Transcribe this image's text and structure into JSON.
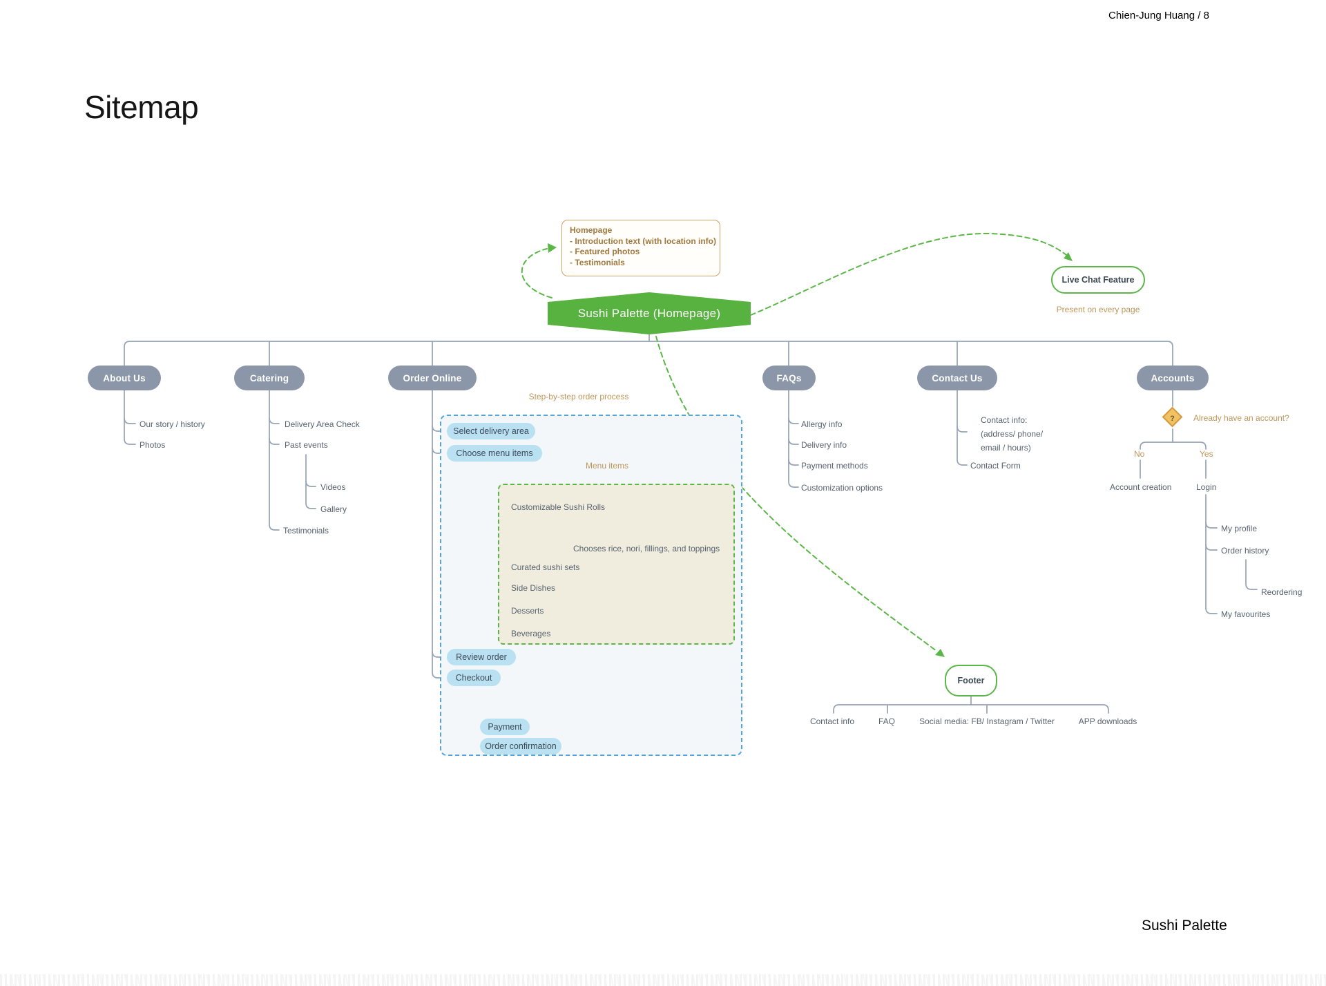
{
  "page": {
    "credit": "Chien-Jung Huang / 8",
    "title": "Sitemap",
    "brand": "Sushi Palette"
  },
  "homepage_note": {
    "title": "Homepage",
    "lines": [
      "- Introduction text (with location info)",
      "- Featured photos",
      "- Testimonials"
    ]
  },
  "root": {
    "label": "Sushi Palette (Homepage)"
  },
  "live_chat": {
    "label": "Live Chat Feature",
    "note": "Present on every page"
  },
  "about": {
    "label": "About Us",
    "children": [
      "Our story / history",
      "Photos"
    ]
  },
  "catering": {
    "label": "Catering",
    "children": [
      "Delivery Area Check",
      "Past events",
      "Videos",
      "Gallery",
      "Testimonials"
    ]
  },
  "order": {
    "label": "Order Online",
    "process_label": "Step-by-step order process",
    "steps": [
      "Select delivery area",
      "Choose menu items",
      "Review order",
      "Checkout",
      "Payment",
      "Order confirmation"
    ],
    "menu_label": "Menu items",
    "menu_items": [
      "Customizable Sushi Rolls",
      "Chooses rice, nori, fillings, and toppings",
      "Curated sushi sets",
      "Side Dishes",
      "Desserts",
      "Beverages"
    ]
  },
  "faqs": {
    "label": "FAQs",
    "children": [
      "Allergy info",
      "Delivery info",
      "Payment methods",
      "Customization options"
    ]
  },
  "contact": {
    "label": "Contact Us",
    "info_lines": [
      "Contact info:",
      "(address/ phone/",
      "email / hours)"
    ],
    "form": "Contact Form"
  },
  "accounts": {
    "label": "Accounts",
    "decision_mark": "?",
    "question": "Already have an account?",
    "no_label": "No",
    "yes_label": "Yes",
    "no_child": "Account creation",
    "yes_child": "Login",
    "login_children": [
      "My profile",
      "Order history",
      "Reordering",
      "My favourites"
    ]
  },
  "footer": {
    "label": "Footer",
    "children": [
      "Contact info",
      "FAQ",
      "Social media: FB/ Instagram / Twitter",
      "APP downloads"
    ]
  },
  "colors": {
    "green": "#5bb648",
    "node_green": "#57b23f",
    "slate_pill": "#8b97a9",
    "tan": "#bf9659",
    "brown_text": "#a1793f",
    "blue_dash": "#55a7db",
    "light_blue": "#b9e1f1",
    "tree_line": "#96a3b4",
    "diamond_fill": "#f2c162",
    "diamond_border": "#d49a3e",
    "beige_fill": "#f0edde",
    "panel_fill": "#f3f7fa"
  }
}
